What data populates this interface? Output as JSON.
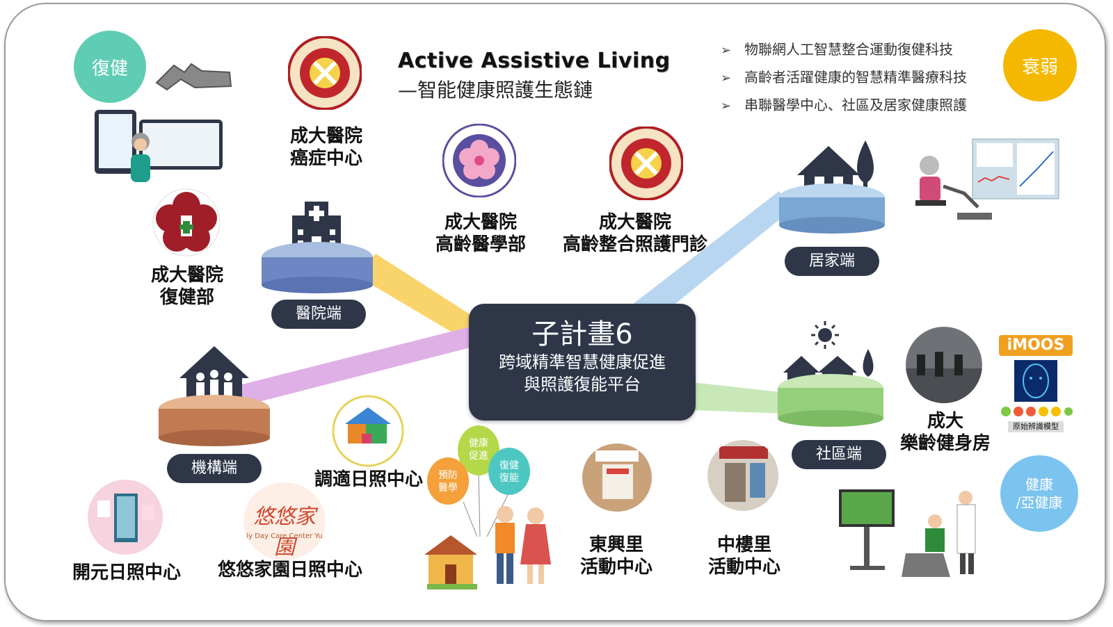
{
  "title": {
    "en": "Active Assistive Living",
    "zh": "—智能健康照護生態鏈"
  },
  "bullets": [
    "物聯網人工智慧整合運動復健科技",
    "高齡者活躍健康的智慧精準醫療科技",
    "串聯醫學中心、社區及居家健康照護"
  ],
  "center": {
    "line1": "子計畫6",
    "line2": "跨域精準智慧健康促進",
    "line3": "與照護復能平台"
  },
  "badges": {
    "rehab": "復健",
    "frail": "衰弱",
    "healthy_l1": "健康",
    "healthy_l2": "/亞健康"
  },
  "nodes": {
    "hospital": "醫院端",
    "home": "居家端",
    "institution": "機構端",
    "community": "社區端"
  },
  "labels": {
    "cancer_l1": "成大醫院",
    "cancer_l2": "癌症中心",
    "geri_l1": "成大醫院",
    "geri_l2": "高齡醫學部",
    "clinic_l1": "成大醫院",
    "clinic_l2": "高齡整合照護門診",
    "rehabdept_l1": "成大醫院",
    "rehabdept_l2": "復健部",
    "adapt_day": "調適日照中心",
    "kaiyuan_day": "開元日照中心",
    "youyou_day": "悠悠家園日照中心",
    "dongxing_l1": "東興里",
    "dongxing_l2": "活動中心",
    "zhonglou_l1": "中樓里",
    "zhonglou_l2": "活動中心",
    "gym_l1": "成大",
    "gym_l2": "樂齡健身房"
  },
  "balloons": {
    "health_l1": "健康",
    "health_l2": "促進",
    "prevent_l1": "預防",
    "prevent_l2": "醫學",
    "rehab_l1": "復健",
    "rehab_l2": "復能"
  },
  "imoos": {
    "logo": "iMOOS",
    "caption": "原始辨識模型"
  },
  "youyou_logo": "悠悠家園",
  "youyou_sub": "ly Day Care Center Yu",
  "colors": {
    "rehab_badge": "#5fcdb4",
    "frail_badge": "#f5b800",
    "healthy_badge": "#7cc4f0",
    "hospital_link": "#f9d46a",
    "home_link": "#b9d6f0",
    "institution_link": "#dfb0e6",
    "community_link": "#c8e8b8",
    "dark": "#2e3648"
  }
}
